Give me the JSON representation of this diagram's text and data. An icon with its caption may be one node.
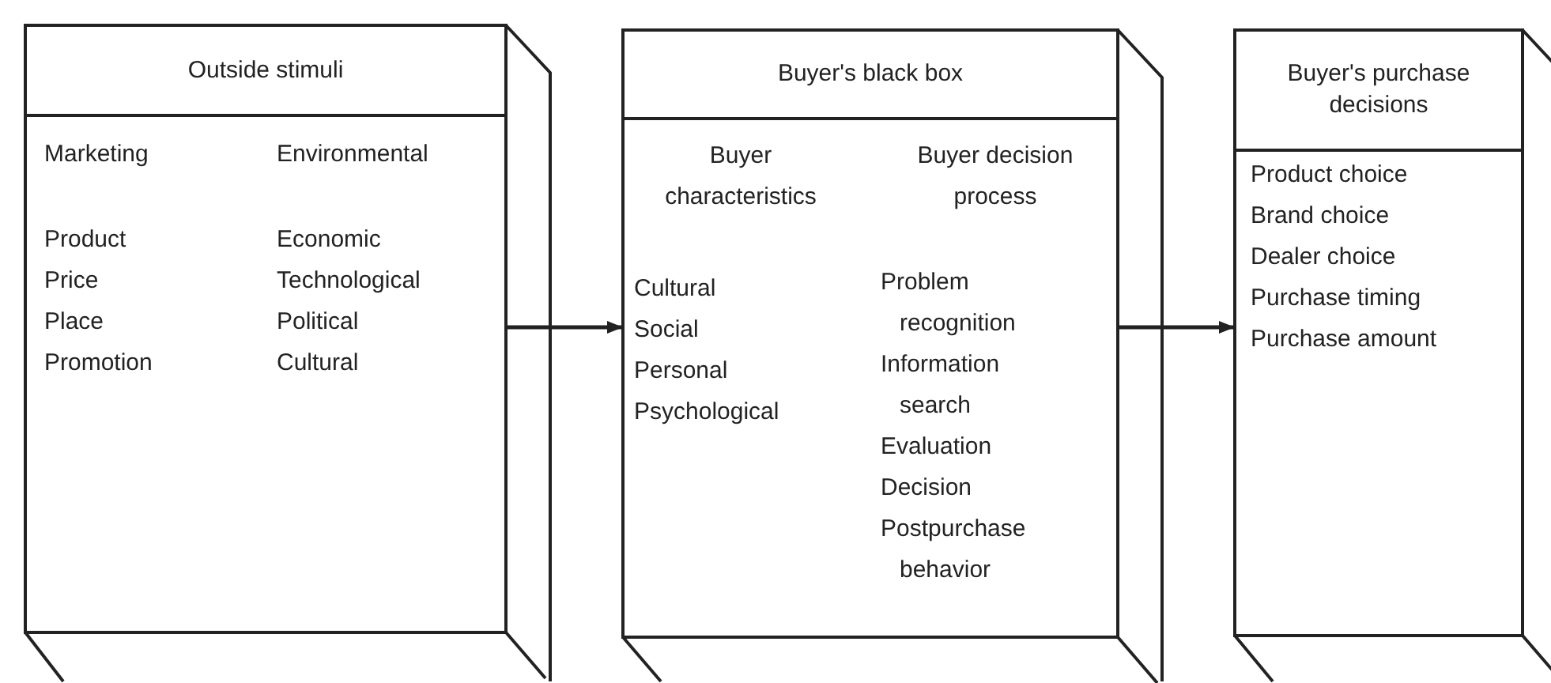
{
  "diagram": {
    "nodes": [
      {
        "text": [
          "Outside stimuli",
          "Marketing",
          "Environmental",
          "Product",
          "Price",
          "Place",
          "Promotion",
          "Economic",
          "Technological",
          "Political",
          "Cultural"
        ]
      },
      {
        "text": [
          "Buyer's black box",
          "Buyer characteristics",
          "Buyer decision process",
          "Cultural",
          "Social",
          "Personal",
          "Psychological",
          "Problem recognition",
          "Information search",
          "Evaluation",
          "Decision",
          "Postpurchase behavior"
        ]
      },
      {
        "text": [
          "Buyer's purchase decisions",
          "Product choice",
          "Brand choice",
          "Dealer choice",
          "Purchase timing",
          "Purchase amount"
        ]
      }
    ],
    "edges": [
      {
        "from": 0,
        "to": 1,
        "arrow": "to"
      },
      {
        "from": 1,
        "to": 2,
        "arrow": "to"
      }
    ]
  }
}
